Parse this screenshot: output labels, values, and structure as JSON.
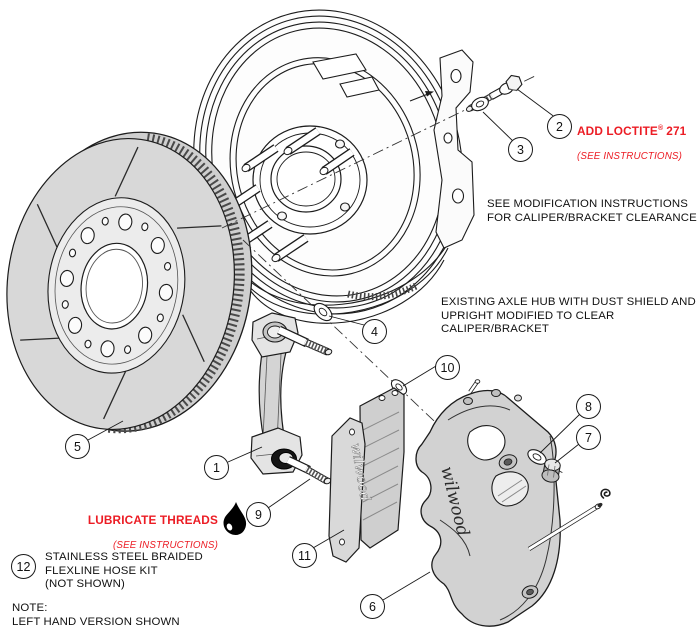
{
  "colors": {
    "background": "#ffffff",
    "line": "#1a1a1a",
    "part_fill": "#d8d8d8",
    "accent_red": "#ec1c24"
  },
  "callouts": [
    {
      "number": "1"
    },
    {
      "number": "2"
    },
    {
      "number": "3"
    },
    {
      "number": "4"
    },
    {
      "number": "5"
    },
    {
      "number": "6"
    },
    {
      "number": "7"
    },
    {
      "number": "8"
    },
    {
      "number": "9"
    },
    {
      "number": "10"
    },
    {
      "number": "11"
    },
    {
      "number": "12"
    }
  ],
  "annotations": {
    "loctite": {
      "brand": "ADD LOCTITE",
      "reg": "®",
      "num": "271",
      "sub": "(SEE INSTRUCTIONS)"
    },
    "lubricate": {
      "title": "LUBRICATE THREADS",
      "sub": "(SEE INSTRUCTIONS)"
    },
    "modification_note": "SEE MODIFICATION INSTRUCTIONS\nFOR CALIPER/BRACKET CLEARANCE",
    "axle_hub_note": "EXISTING AXLE HUB WITH DUST SHIELD AND\nUPRIGHT MODIFIED TO CLEAR CALIPER/BRACKET",
    "hose_kit_note": "STAINLESS STEEL BRAIDED\nFLEXLINE HOSE KIT\n(NOT SHOWN)",
    "left_hand_note": "NOTE:\nLEFT HAND VERSION SHOWN"
  },
  "branding": {
    "caliper_script": "wilwood",
    "pad_script": "wilwood"
  }
}
